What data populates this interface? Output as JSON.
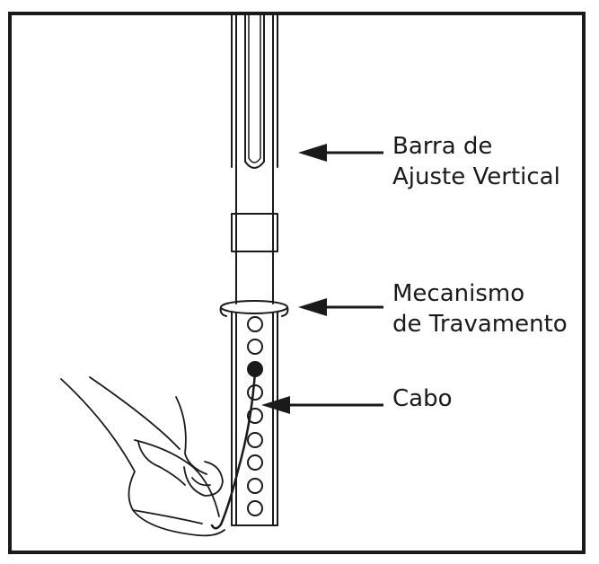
{
  "labels": {
    "barra": [
      "Barra de",
      "Ajuste Vertical"
    ],
    "mecanismo": [
      "Mecanismo",
      "de Travamento"
    ],
    "cabo": [
      "Cabo"
    ]
  },
  "colors": {
    "ink": "#1a1a1a",
    "paper": "#ffffff"
  }
}
